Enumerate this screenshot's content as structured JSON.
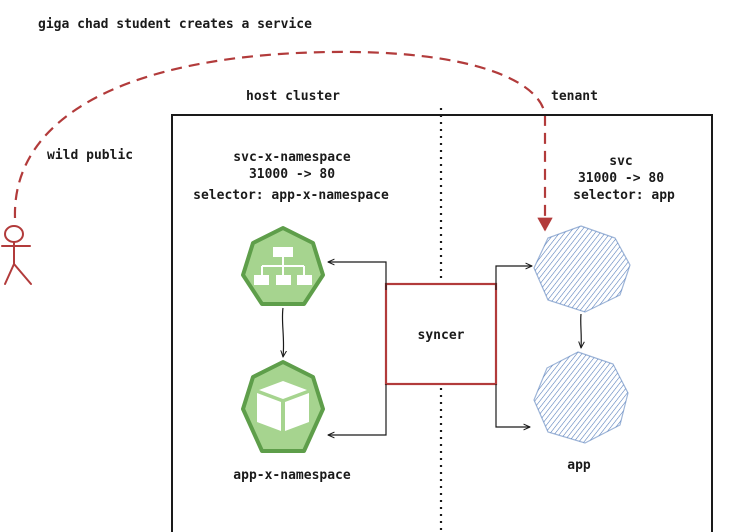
{
  "title": "giga chad student creates a service",
  "labels": {
    "host_cluster": "host cluster",
    "tenant": "tenant",
    "wild_public": "wild public",
    "syncer": "syncer",
    "app_x_namespace": "app-x-namespace",
    "app": "app"
  },
  "host_service": {
    "name": "svc-x-namespace",
    "ports": "31000 -> 80",
    "selector": "selector: app-x-namespace"
  },
  "tenant_service": {
    "name": "svc",
    "ports": "31000 -> 80",
    "selector": "selector: app"
  },
  "icons": {
    "host_service": "k8s-service-icon",
    "host_pod": "k8s-pod-icon",
    "tenant_service": "sketch-hexagon-icon",
    "tenant_pod": "sketch-hexagon-icon",
    "public_user": "stick-figure-icon"
  },
  "colors": {
    "red": "#b23b3b",
    "green_fill": "#a6d48f",
    "green_stroke": "#5e9e4a",
    "hatch": "#4f78b8",
    "ink": "#1a1a1a"
  }
}
